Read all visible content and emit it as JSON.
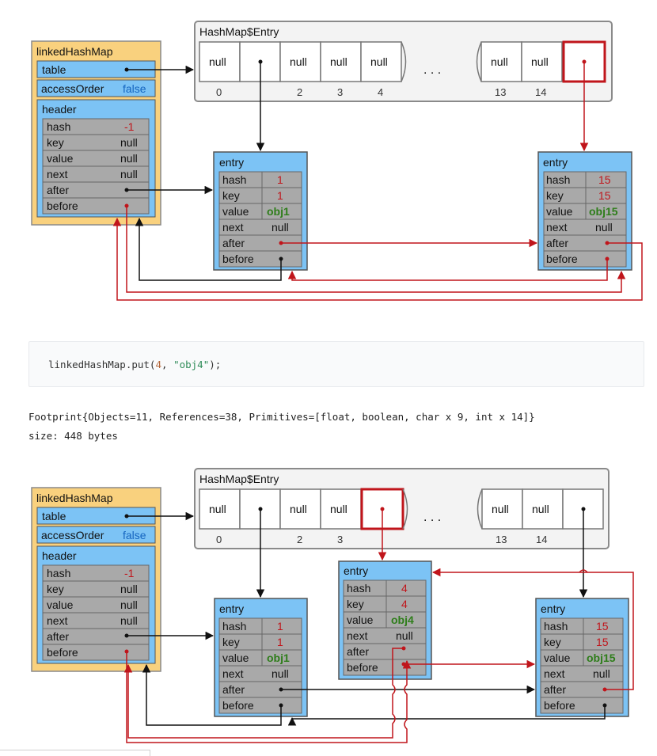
{
  "labels": {
    "array_title": "HashMap$Entry",
    "null": "null",
    "dots": ". . .",
    "map_title": "linkedHashMap",
    "table": "table",
    "accessOrder": "accessOrder",
    "false": "false",
    "header": "header",
    "entry": "entry",
    "hash": "hash",
    "key": "key",
    "value": "value",
    "next": "next",
    "after": "after",
    "before": "before",
    "neg1": "-1"
  },
  "diagram1": {
    "indices": [
      "0",
      "2",
      "3",
      "4",
      "13",
      "14"
    ],
    "entries": [
      {
        "hash": "1",
        "key": "1",
        "value": "obj1",
        "next": "null"
      },
      {
        "hash": "15",
        "key": "15",
        "value": "obj15",
        "next": "null"
      }
    ]
  },
  "code": {
    "prefix": "linkedHashMap.put(",
    "arg_num": "4",
    "sep": ", ",
    "arg_str": "\"obj4\"",
    "suffix": ");"
  },
  "output": {
    "footprint": "Footprint{Objects=11, References=38, Primitives=[float, boolean, char x 9, int x 14]}",
    "size": "size: 448 bytes"
  },
  "diagram2": {
    "indices": [
      "0",
      "2",
      "3",
      "13",
      "14"
    ],
    "entries": [
      {
        "hash": "1",
        "key": "1",
        "value": "obj1",
        "next": "null"
      },
      {
        "hash": "4",
        "key": "4",
        "value": "obj4",
        "next": "null"
      },
      {
        "hash": "15",
        "key": "15",
        "value": "obj15",
        "next": "null"
      }
    ]
  },
  "colors": {
    "map_fill": "#f9d17e",
    "entry_fill": "#7cc3f5",
    "cell_fill": "#a9a9a9",
    "red": "#c0151b",
    "black": "#111111",
    "green": "#2e7d1a",
    "blue": "#1565c0"
  }
}
